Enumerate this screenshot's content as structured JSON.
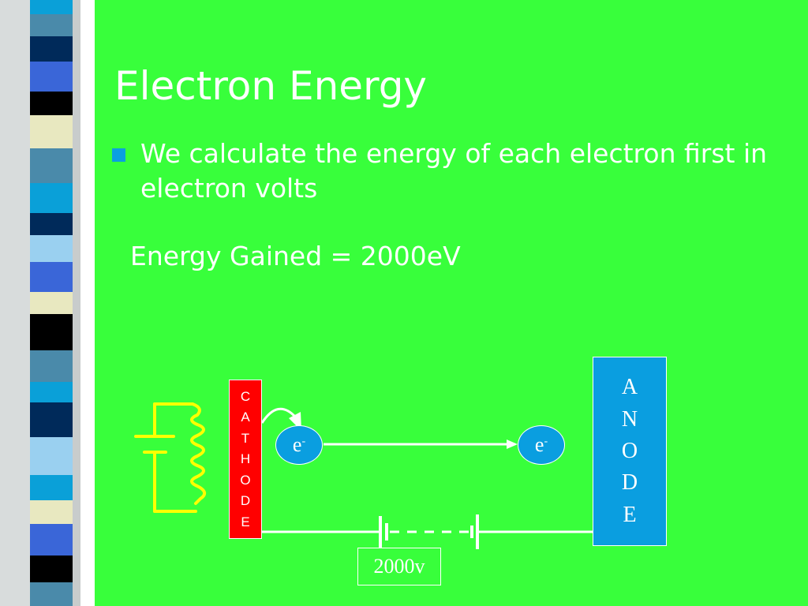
{
  "slide": {
    "title": "Electron Energy",
    "bullet": "We calculate the energy of each electron first in electron volts",
    "energy_statement": "Energy Gained = 2000eV"
  },
  "diagram": {
    "cathode_letters": [
      "C",
      "A",
      "T",
      "H",
      "O",
      "D",
      "E"
    ],
    "anode_letters": [
      "A",
      "N",
      "O",
      "D",
      "E"
    ],
    "electron_label": "e",
    "electron_charge": "-",
    "voltage_label": "2000v"
  },
  "colors": {
    "background": "#38ff3b",
    "text": "#ffffff",
    "bullet_marker": "#0aa0e0",
    "cathode": "#ff0000",
    "anode": "#0a9ee0",
    "heater_wire": "#ffff00"
  }
}
